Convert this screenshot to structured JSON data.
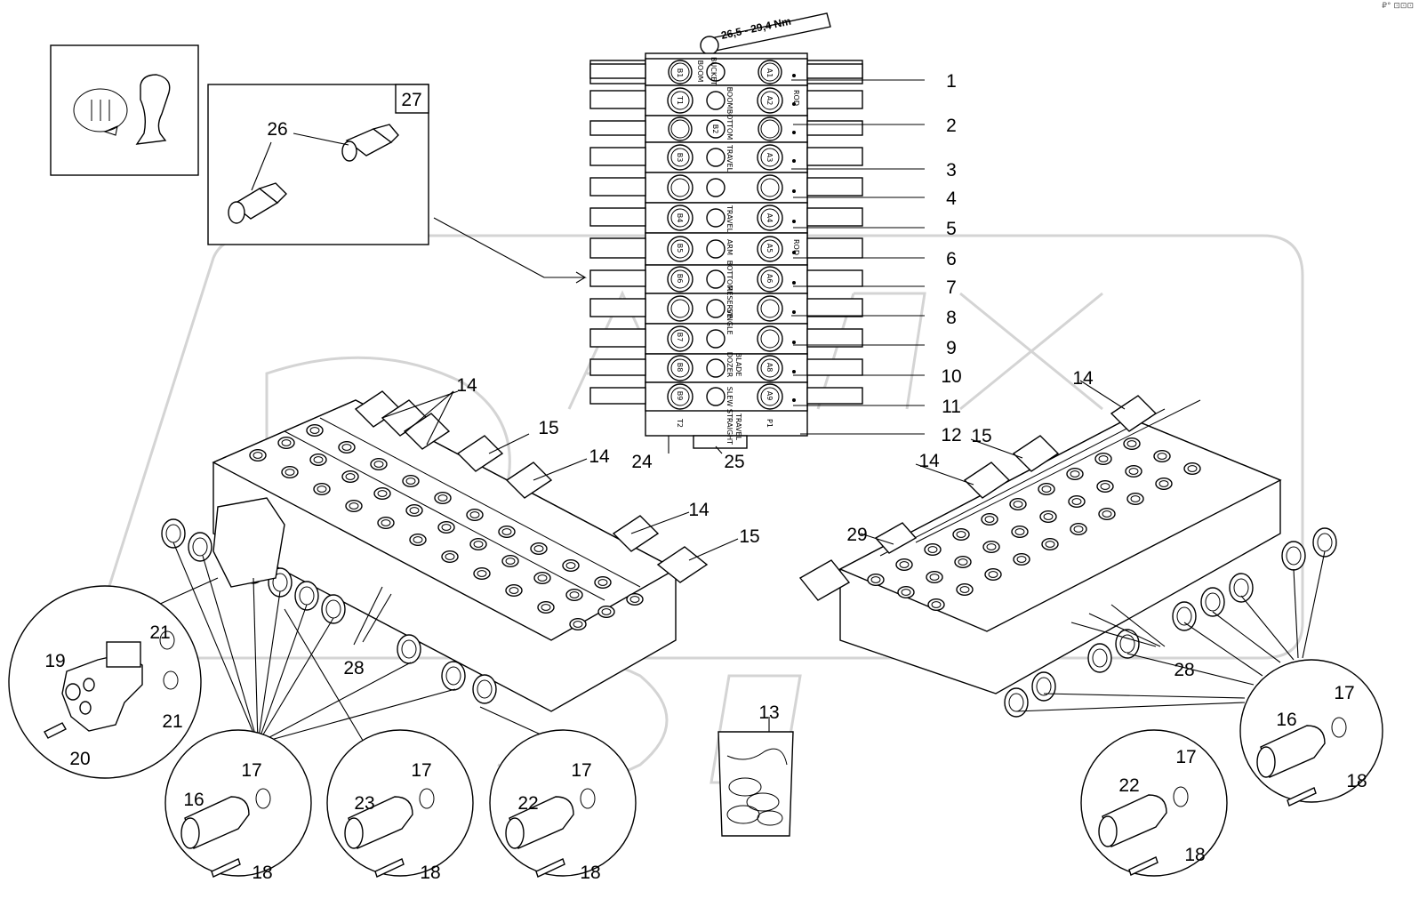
{
  "corner_mark": "₽°  ⊡⊡⊡",
  "torque_label": "26,5 - 29,4 Nm",
  "inset_27_label": "27",
  "callouts": {
    "c1": "1",
    "c2": "2",
    "c3": "3",
    "c4": "4",
    "c5": "5",
    "c6": "6",
    "c7": "7",
    "c8": "8",
    "c9": "9",
    "c10": "10",
    "c11": "11",
    "c12": "12",
    "c13": "13",
    "c14a": "14",
    "c14b": "14",
    "c14c": "14",
    "c14d": "14",
    "c14e": "14",
    "c15a": "15",
    "c15b": "15",
    "c15c": "15",
    "c16a": "16",
    "c16b": "16",
    "c17a": "17",
    "c17b": "17",
    "c17c": "17",
    "c17d": "17",
    "c17e": "17",
    "c18a": "18",
    "c18b": "18",
    "c18c": "18",
    "c18d": "18",
    "c18e": "18",
    "c19": "19",
    "c20": "20",
    "c21a": "21",
    "c21b": "21",
    "c22a": "22",
    "c22b": "22",
    "c23": "23",
    "c24": "24",
    "c25": "25",
    "c26": "26",
    "c28a": "28",
    "c28b": "28",
    "c29": "29"
  },
  "section_labels": [
    "BOOM",
    "BUCKET",
    "BOOM",
    "ROD",
    "BOTTOM",
    "TRAVEL",
    "TRAVEL",
    "ARM",
    "ROD",
    "BOTTOM",
    "RESERVE",
    "SINGLE",
    "DOZER",
    "BLADE",
    "SLEW",
    "STRAIGHT",
    "TRAVEL"
  ],
  "port_labels": [
    "B1",
    "A1",
    "T1",
    "A2",
    "B2",
    "B3",
    "A3",
    "B4",
    "A4",
    "B5",
    "A5",
    "B6",
    "A6",
    "B7",
    "B8",
    "A8",
    "B9",
    "A9",
    "T2",
    "P1"
  ]
}
